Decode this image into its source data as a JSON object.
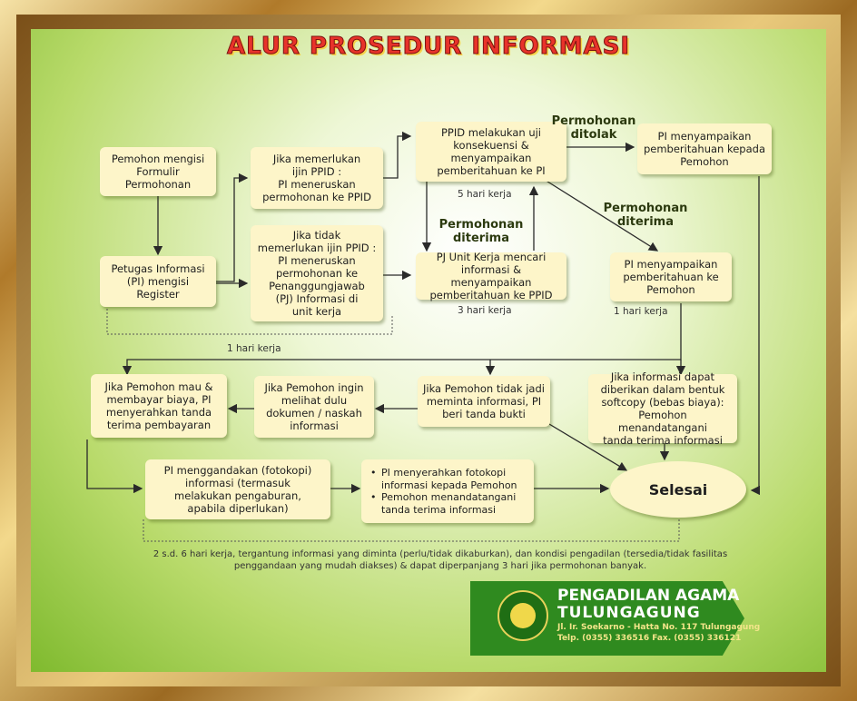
{
  "title": "ALUR PROSEDUR INFORMASI",
  "colors": {
    "title": "#e8332a",
    "box": "#fdf5c9",
    "footer": "#2f8a1f",
    "frame": "#c9973d"
  },
  "boxes": {
    "b1": "Pemohon mengisi\nFormulir\nPermohonan",
    "b2": "Jika memerlukan\nijin PPID :\nPI meneruskan\npermohonan ke PPID",
    "b3": "Petugas Informasi\n(PI) mengisi\nRegister",
    "b4": "Jika tidak\nmemerlukan ijin PPID :\nPI meneruskan\npermohonan ke\nPenanggungjawab\n(PJ) Informasi di\nunit kerja",
    "b5": "PPID melakukan uji\nkonsekuensi &\nmenyampaikan\npemberitahuan ke PI",
    "b6": "PI menyampaikan\npemberitahuan kepada\nPemohon",
    "b7": "PJ Unit Kerja mencari\ninformasi & menyampaikan\npemberitahuan ke PPID",
    "b8": "PI menyampaikan\npemberitahuan ke\nPemohon",
    "b9": "Jika Pemohon mau &\nmembayar biaya, PI\nmenyerahkan tanda\nterima pembayaran",
    "b10": "Jika Pemohon ingin\nmelihat dulu\ndokumen / naskah\ninformasi",
    "b11": "Jika Pemohon tidak jadi\nmeminta informasi, PI\nberi tanda bukti",
    "b12": "Jika informasi dapat\ndiberikan dalam bentuk\nsoftcopy (bebas biaya):\nPemohon menandatangani\ntanda terima informasi",
    "b13": "PI menggandakan (fotokopi)\ninformasi (termasuk\nmelakukan pengaburan,\napabila diperlukan)",
    "b14a": "PI menyerahkan fotokopi informasi kepada Pemohon",
    "b14b": "Pemohon menandatangani tanda terima informasi",
    "end": "Selesai"
  },
  "labels": {
    "ditolak": "Permohonan\nditolak",
    "diterima1": "Permohonan\nditerima",
    "diterima2": "Permohonan\nditerima"
  },
  "notes": {
    "n1": "5 hari kerja",
    "n2": "3 hari kerja",
    "n3": "1 hari kerja",
    "n4": "1 hari kerja",
    "bottom": "2 s.d. 6 hari kerja, tergantung informasi yang diminta (perlu/tidak dikaburkan), dan kondisi pengadilan (tersedia/tidak fasilitas penggandaan yang mudah diakses) & dapat diperpanjang 3 hari jika permohonan banyak."
  },
  "footer": {
    "org_line1": "PENGADILAN AGAMA",
    "org_line2": "TULUNGAGUNG",
    "address": "Jl. Ir. Soekarno - Hatta No. 117 Tulungagung",
    "phone": "Telp. (0355) 336516  Fax. (0355) 336121",
    "logo_icon": "court-seal-icon"
  }
}
